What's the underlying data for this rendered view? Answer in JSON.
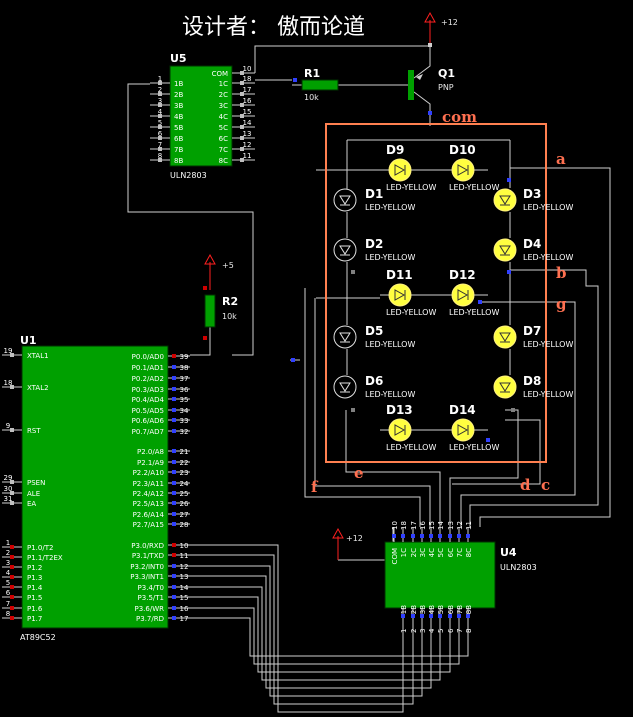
{
  "title": "设计者：  傲而论道",
  "power": {
    "vcc12_top": "+12",
    "vcc5": "+5",
    "vcc12_bottom": "+12"
  },
  "q1": {
    "ref": "Q1",
    "type": "PNP"
  },
  "r1": {
    "ref": "R1",
    "value": "10k"
  },
  "r2": {
    "ref": "R2",
    "value": "10k"
  },
  "u5": {
    "ref": "U5",
    "part": "ULN2803",
    "inputs": [
      "1B",
      "2B",
      "3B",
      "4B",
      "5B",
      "6B",
      "7B",
      "8B"
    ],
    "outputs": [
      "COM",
      "1C",
      "2C",
      "3C",
      "4C",
      "5C",
      "6C",
      "7C",
      "8C"
    ],
    "pin_numbers_left": [
      "1",
      "2",
      "3",
      "4",
      "5",
      "6",
      "7",
      "8"
    ],
    "pin_numbers_right": [
      "10",
      "18",
      "17",
      "16",
      "15",
      "14",
      "13",
      "12",
      "11"
    ]
  },
  "u4": {
    "ref": "U4",
    "part": "ULN2803",
    "top_labels": [
      "COM",
      "1C",
      "2C",
      "3C",
      "4C",
      "5C",
      "6C",
      "7C",
      "8C"
    ],
    "bottom_labels": [
      "1B",
      "2B",
      "3B",
      "4B",
      "5B",
      "6B",
      "7B",
      "8B"
    ],
    "pin_numbers_top": [
      "10",
      "18",
      "17",
      "16",
      "15",
      "14",
      "13",
      "12",
      "11"
    ],
    "pin_numbers_bottom": [
      "1",
      "2",
      "3",
      "4",
      "5",
      "6",
      "7",
      "8"
    ]
  },
  "u1": {
    "ref": "U1",
    "part": "AT89C52",
    "left_pins": [
      {
        "num": "19",
        "name": "XTAL1"
      },
      {
        "num": "18",
        "name": "XTAL2"
      },
      {
        "num": "9",
        "name": "RST"
      },
      {
        "num": "29",
        "name": "PSEN"
      },
      {
        "num": "30",
        "name": "ALE"
      },
      {
        "num": "31",
        "name": "EA"
      },
      {
        "num": "1",
        "name": "P1.0/T2"
      },
      {
        "num": "2",
        "name": "P1.1/T2EX"
      },
      {
        "num": "3",
        "name": "P1.2"
      },
      {
        "num": "4",
        "name": "P1.3"
      },
      {
        "num": "5",
        "name": "P1.4"
      },
      {
        "num": "6",
        "name": "P1.5"
      },
      {
        "num": "7",
        "name": "P1.6"
      },
      {
        "num": "8",
        "name": "P1.7"
      }
    ],
    "p0": [
      {
        "num": "39",
        "name": "P0.0/AD0"
      },
      {
        "num": "38",
        "name": "P0.1/AD1"
      },
      {
        "num": "37",
        "name": "P0.2/AD2"
      },
      {
        "num": "36",
        "name": "P0.3/AD3"
      },
      {
        "num": "35",
        "name": "P0.4/AD4"
      },
      {
        "num": "34",
        "name": "P0.5/AD5"
      },
      {
        "num": "33",
        "name": "P0.6/AD6"
      },
      {
        "num": "32",
        "name": "P0.7/AD7"
      }
    ],
    "p2": [
      {
        "num": "21",
        "name": "P2.0/A8"
      },
      {
        "num": "22",
        "name": "P2.1/A9"
      },
      {
        "num": "23",
        "name": "P2.2/A10"
      },
      {
        "num": "24",
        "name": "P2.3/A11"
      },
      {
        "num": "25",
        "name": "P2.4/A12"
      },
      {
        "num": "26",
        "name": "P2.5/A13"
      },
      {
        "num": "27",
        "name": "P2.6/A14"
      },
      {
        "num": "28",
        "name": "P2.7/A15"
      }
    ],
    "p3": [
      {
        "num": "10",
        "name": "P3.0/RXD"
      },
      {
        "num": "11",
        "name": "P3.1/TXD"
      },
      {
        "num": "12",
        "name": "P3.2/INT0"
      },
      {
        "num": "13",
        "name": "P3.3/INT1"
      },
      {
        "num": "14",
        "name": "P3.4/T0"
      },
      {
        "num": "15",
        "name": "P3.5/T1"
      },
      {
        "num": "16",
        "name": "P3.6/WR"
      },
      {
        "num": "17",
        "name": "P3.7/RD"
      }
    ]
  },
  "display": {
    "com_label": "com",
    "segments": [
      "a",
      "b",
      "g",
      "f",
      "e",
      "d",
      "c"
    ],
    "led_type": "LED-YELLOW",
    "leds": [
      {
        "ref": "D9",
        "on": true
      },
      {
        "ref": "D10",
        "on": true
      },
      {
        "ref": "D1",
        "on": false
      },
      {
        "ref": "D3",
        "on": true
      },
      {
        "ref": "D2",
        "on": false
      },
      {
        "ref": "D4",
        "on": true
      },
      {
        "ref": "D11",
        "on": true
      },
      {
        "ref": "D12",
        "on": true
      },
      {
        "ref": "D5",
        "on": false
      },
      {
        "ref": "D7",
        "on": true
      },
      {
        "ref": "D6",
        "on": false
      },
      {
        "ref": "D8",
        "on": true
      },
      {
        "ref": "D13",
        "on": true
      },
      {
        "ref": "D14",
        "on": true
      }
    ]
  },
  "colors": {
    "chip_fill": "#00a000",
    "box": "#ff8050",
    "led_on": "#ffff40",
    "led_label": "#ffff40",
    "wire": "#cfcfcf",
    "power": "#ff2020"
  }
}
